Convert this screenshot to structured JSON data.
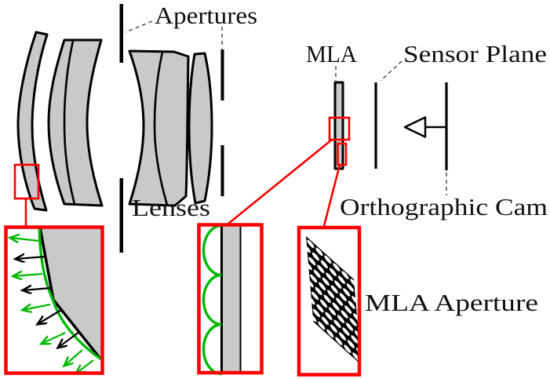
{
  "labels": {
    "apertures": "Apertures",
    "lenses": "Lenses",
    "mla": "MLA",
    "sensor_plane": "Sensor Plane",
    "orthographic_cam": "Orthographic Cam",
    "mla_aperture": "MLA Aperture"
  },
  "colors": {
    "background": "#ffffff",
    "outline": "#000000",
    "lens_fill": "#c9c9c9",
    "zoom_highlight": "#fd0000",
    "surface_curve": "#00b800",
    "connector_dash": "#444444",
    "label_ink": "#111111"
  }
}
